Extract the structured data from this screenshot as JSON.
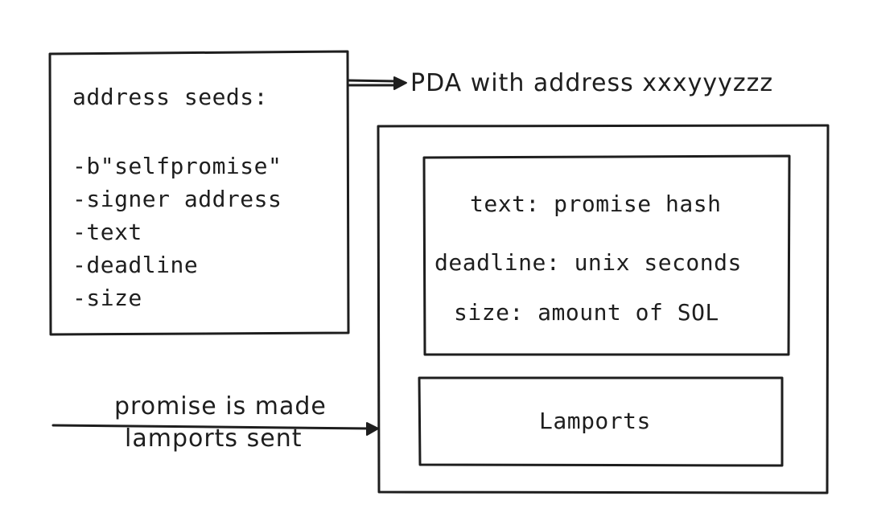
{
  "seeds_box": {
    "heading": "address seeds:",
    "items": [
      "-b\"selfpromise\"",
      "-signer address",
      "-text",
      "-deadline",
      "-size"
    ]
  },
  "pda_label": "PDA with address xxxyyyzzz",
  "data_box": {
    "text_field": "text: promise hash",
    "deadline_field": "deadline: unix seconds",
    "size_field": "size: amount of SOL"
  },
  "lamports_box": {
    "label": "Lamports"
  },
  "incoming_arrow": {
    "line1": "promise is made",
    "line2": "lamports sent"
  }
}
